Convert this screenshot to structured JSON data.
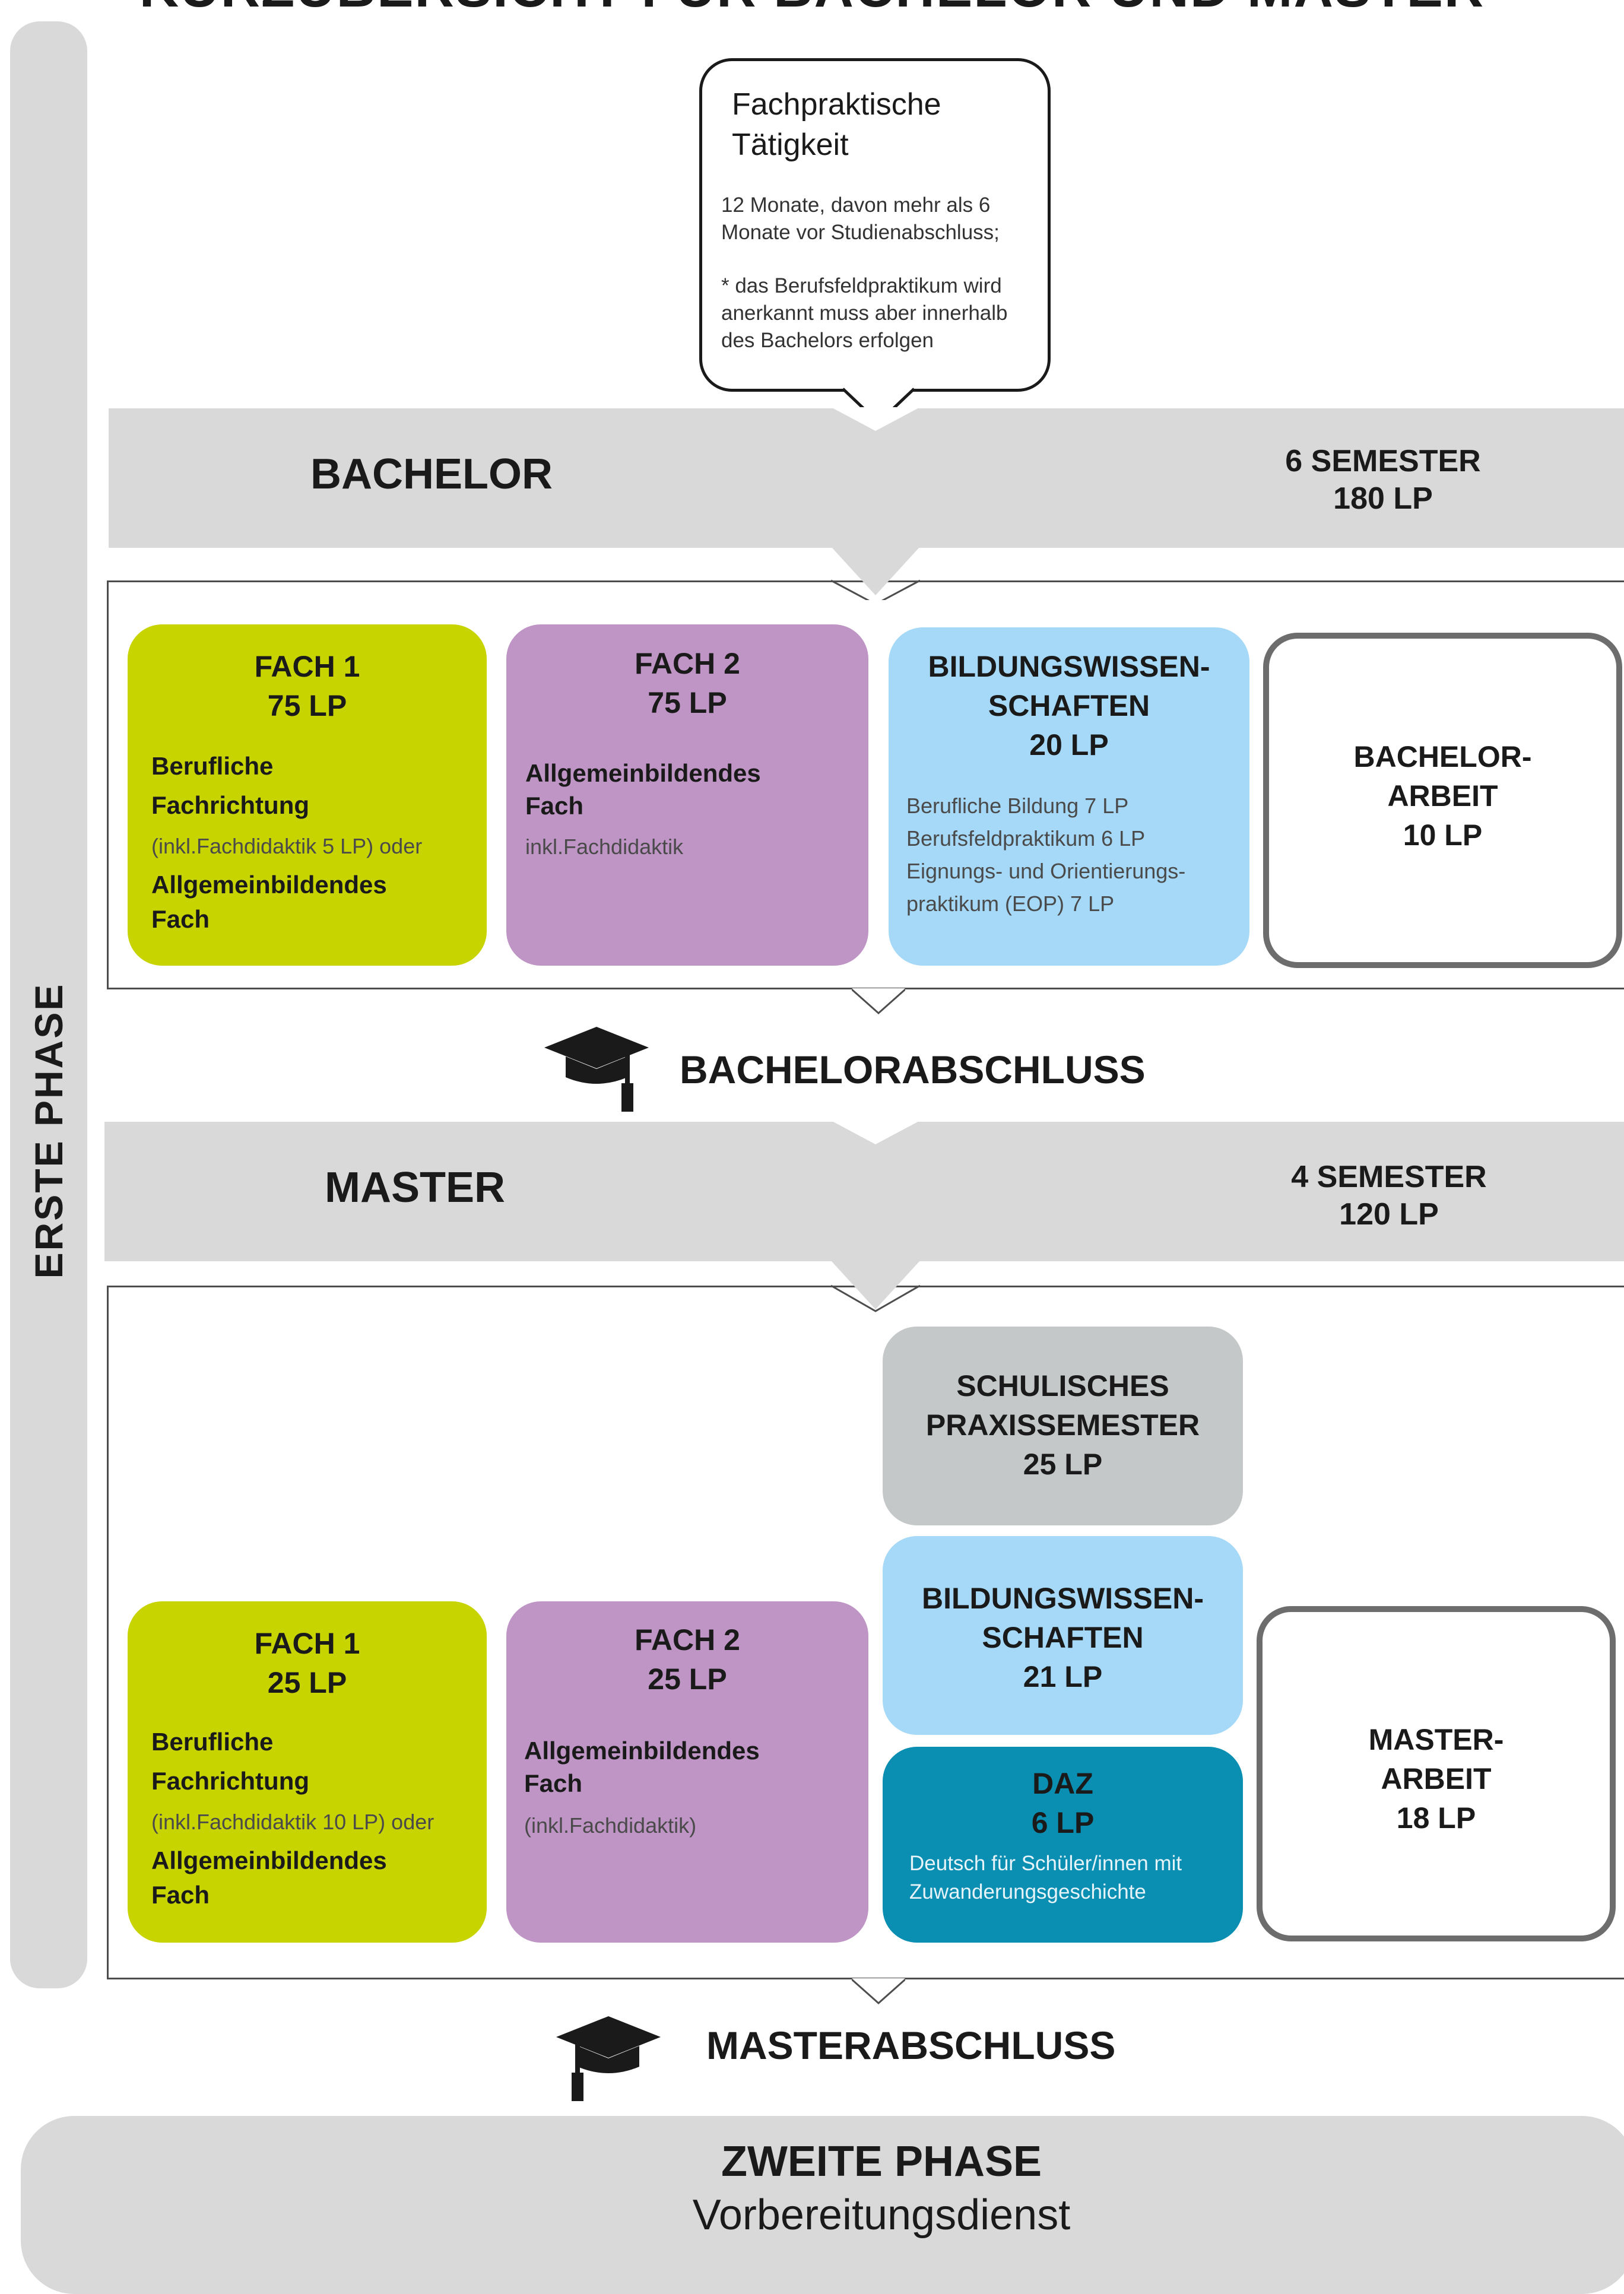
{
  "header": {
    "title": "KURZÜBERSICHT FÜR BACHELOR UND MASTER"
  },
  "side_phase": {
    "label": "ERSTE PHASE"
  },
  "practice": {
    "title_line1": "Fachpraktische",
    "title_line2": "Tätigkeit",
    "text_line1": "12 Monate, davon mehr als 6",
    "text_line2": "Monate vor Studienabschluss;",
    "note_line1": "* das Berufsfeldpraktikum wird",
    "note_line2": "anerkannt muss aber innerhalb",
    "note_line3": "des Bachelors erfolgen"
  },
  "bachelor": {
    "title": "BACHELOR",
    "semesters": "6 SEMESTER",
    "credits": "180 LP",
    "fach1": {
      "title": "FACH 1",
      "lp": "75 LP",
      "line1": "Berufliche",
      "line2": "Fachrichtung",
      "note": "(inkl.Fachdidaktik 5 LP) oder",
      "line3": "Allgemeinbildendes",
      "line4": "Fach"
    },
    "fach2": {
      "title": "FACH 2",
      "lp": "75 LP",
      "line1": "Allgemeinbildendes",
      "line2": "Fach",
      "note": "inkl.Fachdidaktik"
    },
    "bildung": {
      "title1": "BILDUNGSWISSEN-",
      "title2": "SCHAFTEN",
      "lp": "20 LP",
      "items": [
        "Berufliche Bildung 7 LP",
        "Berufsfeldpraktikum 6 LP",
        "Eignungs- und Orientierungs-",
        "praktikum (EOP) 7 LP"
      ]
    },
    "thesis": {
      "line1": "BACHELOR-",
      "line2": "ARBEIT",
      "lp": "10 LP"
    }
  },
  "bachelor_degree": {
    "label": "BACHELORABSCHLUSS"
  },
  "master": {
    "title": "MASTER",
    "semesters": "4 SEMESTER",
    "credits": "120 LP",
    "praxis": {
      "line1": "SCHULISCHES",
      "line2": "PRAXISSEMESTER",
      "lp": "25 LP"
    },
    "bildung": {
      "title1": "BILDUNGSWISSEN-",
      "title2": "SCHAFTEN",
      "lp": "21 LP"
    },
    "daz": {
      "title": "DAZ",
      "lp": "6 LP",
      "line1": "Deutsch für Schüler/innen mit",
      "line2": "Zuwanderungsgeschichte"
    },
    "fach1": {
      "title": "FACH 1",
      "lp": "25 LP",
      "line1": "Berufliche",
      "line2": "Fachrichtung",
      "note": "(inkl.Fachdidaktik 10 LP) oder",
      "line3": "Allgemeinbildendes",
      "line4": "Fach"
    },
    "fach2": {
      "title": "FACH 2",
      "lp": "25 LP",
      "line1": "Allgemeinbildendes",
      "line2": "Fach",
      "note": "(inkl.Fachdidaktik)"
    },
    "thesis": {
      "line1": "MASTER-",
      "line2": "ARBEIT",
      "lp": "18 LP"
    }
  },
  "master_degree": {
    "label": "MASTERABSCHLUSS"
  },
  "second_phase": {
    "title": "ZWEITE PHASE",
    "subtitle": "Vorbereitungsdienst"
  },
  "colors": {
    "lime": "#c8d400",
    "violet": "#bf95c5",
    "sky": "#a5d9f7",
    "grey": "#c5c8c9",
    "teal": "#0a8eb2",
    "band": "#d9d9d9"
  }
}
